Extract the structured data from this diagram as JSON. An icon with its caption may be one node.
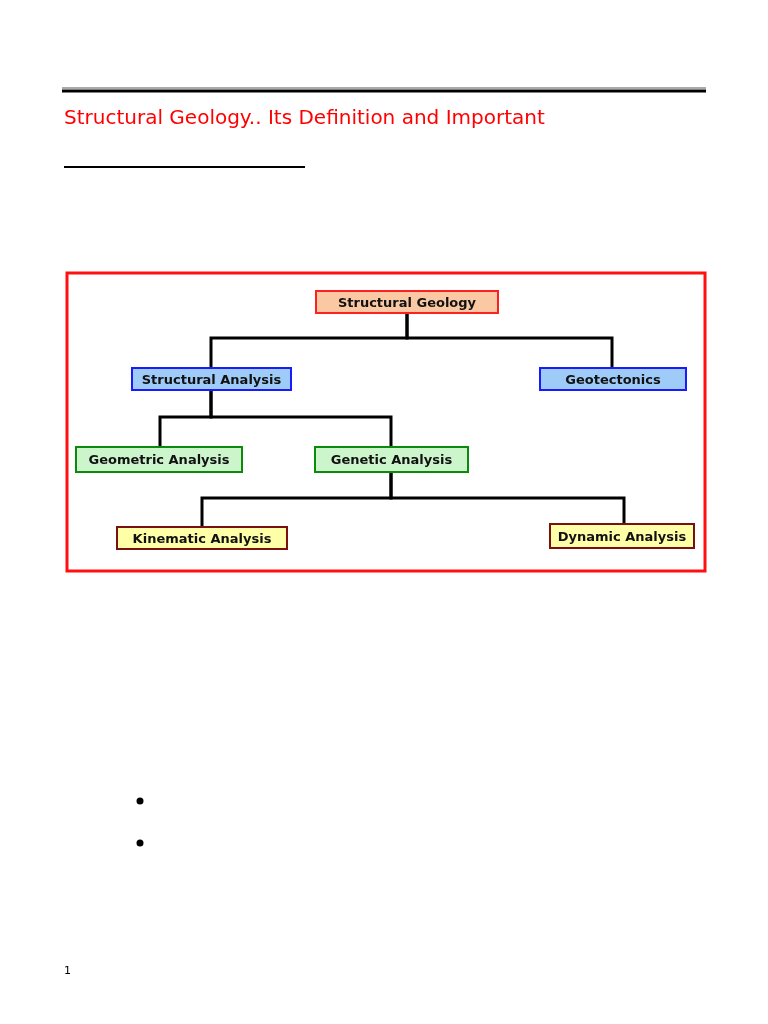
{
  "diagram": {
    "title": "Structural Geology.. Its Definition and Important",
    "nodes": [
      {
        "text": [
          "Structural Geology"
        ]
      },
      {
        "text": [
          "Structural Analysis"
        ]
      },
      {
        "text": [
          "Geotectonics"
        ]
      },
      {
        "text": [
          "Geometric Analysis"
        ]
      },
      {
        "text": [
          "Genetic Analysis"
        ]
      },
      {
        "text": [
          "Kinematic Analysis"
        ]
      },
      {
        "text": [
          "Dynamic Analysis"
        ]
      }
    ],
    "edges": [
      {
        "from": 0,
        "to": 1,
        "arrow": "none"
      },
      {
        "from": 0,
        "to": 2,
        "arrow": "none"
      },
      {
        "from": 1,
        "to": 3,
        "arrow": "none"
      },
      {
        "from": 1,
        "to": 4,
        "arrow": "none"
      },
      {
        "from": 4,
        "to": 5,
        "arrow": "none"
      },
      {
        "from": 4,
        "to": 6,
        "arrow": "none"
      }
    ],
    "labels": [
      "1"
    ]
  }
}
